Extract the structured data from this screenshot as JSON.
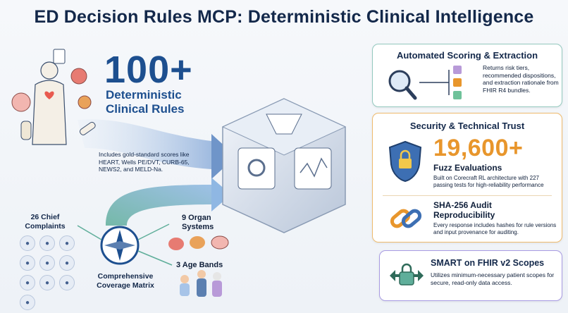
{
  "title": "ED Decision Rules MCP: Deterministic Clinical Intelligence",
  "hero": {
    "number": "100+",
    "subtitle_line1": "Deterministic",
    "subtitle_line2": "Clinical Rules",
    "note": "Includes gold-standard scores like HEART, Wells PE/DVT, CURB-65, NEWS2, and MELD-Na."
  },
  "coverage": {
    "chief_line1": "26 Chief",
    "chief_line2": "Complaints",
    "organ_line1": "9 Organ",
    "organ_line2": "Systems",
    "age": "3 Age Bands",
    "matrix_line1": "Comprehensive",
    "matrix_line2": "Coverage Matrix"
  },
  "cards": {
    "scoring": {
      "title": "Automated Scoring & Extraction",
      "body": "Returns risk tiers, recommended dispositions, and extraction rationale from FHIR R4 bundles."
    },
    "security": {
      "title": "Security & Technical Trust",
      "number": "19,600+",
      "number_label": "Fuzz Evaluations",
      "number_body": "Built on Corecraft RL architecture with 227 passing tests for high-reliability performance",
      "audit_line1": "SHA-256 Audit",
      "audit_line2": "Reproducibility",
      "audit_body": "Every response includes hashes for rule versions and input provenance for auditing."
    },
    "smart": {
      "title": "SMART on FHIR v2 Scopes",
      "body": "Utilizes minimum-necessary patient scopes for secure, read-only data access."
    }
  },
  "colors": {
    "navy": "#13284a",
    "blue": "#1d4f8f",
    "orange": "#e8962c",
    "teal": "#94c9bf",
    "purple": "#a89be3"
  }
}
